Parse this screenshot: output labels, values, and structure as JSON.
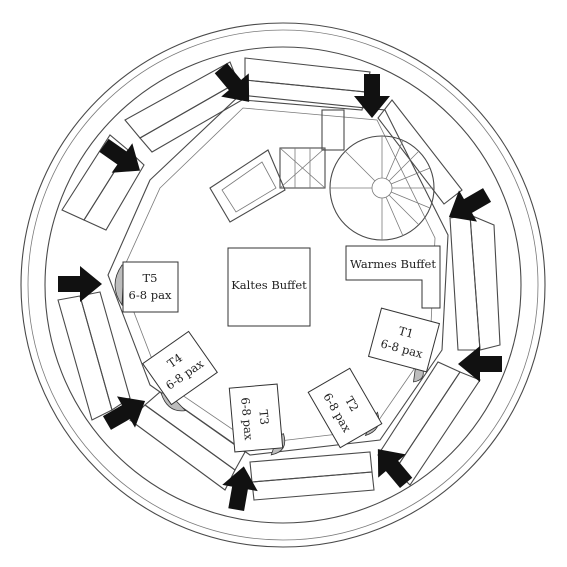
{
  "buffets": {
    "kalt": "Kaltes Buffet",
    "warm": "Warmes Buffet"
  },
  "tables": [
    {
      "id": "T1",
      "pax": "6-8 pax"
    },
    {
      "id": "T2",
      "pax": "6-8 pax"
    },
    {
      "id": "T3",
      "pax": "6-8 pax"
    },
    {
      "id": "T4",
      "pax": "6-8 pax"
    },
    {
      "id": "T5",
      "pax": "6-8 pax"
    }
  ],
  "colors": {
    "ink": "#222222",
    "arrow": "#111111"
  },
  "icons": {
    "entrance": "entrance-arrow-icon",
    "stair": "spiral-staircase-icon"
  }
}
